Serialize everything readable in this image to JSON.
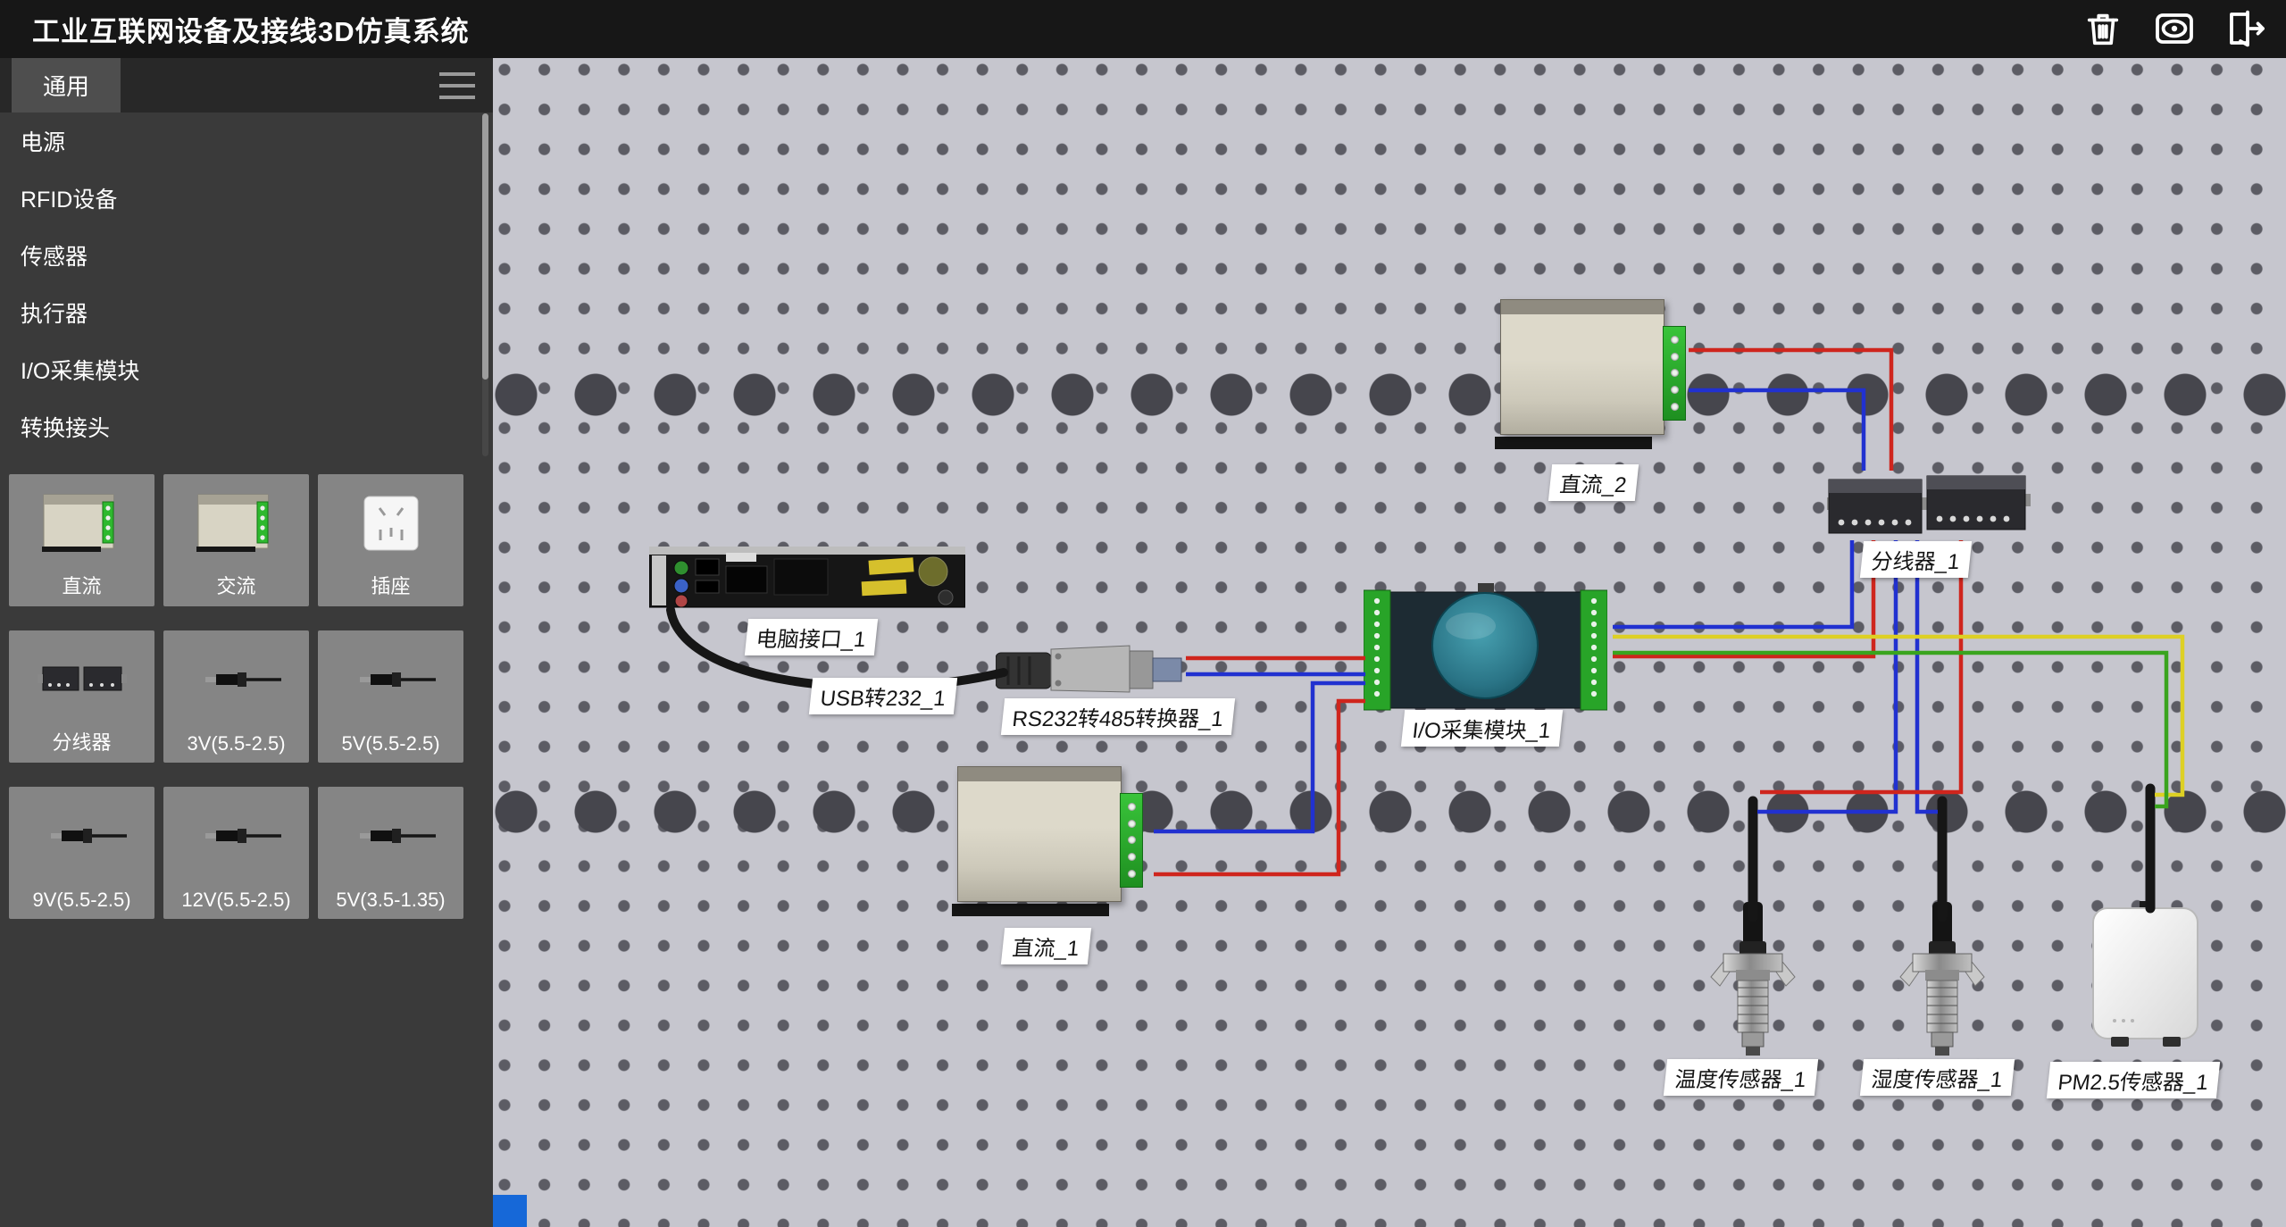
{
  "app": {
    "title": "工业互联网设备及接线3D仿真系统"
  },
  "toolbar": {
    "icons": [
      {
        "name": "delete"
      },
      {
        "name": "preview"
      },
      {
        "name": "exit"
      }
    ]
  },
  "sidebar": {
    "tab_label": "通用",
    "categories": [
      "电源",
      "RFID设备",
      "传感器",
      "执行器",
      "I/O采集模块",
      "转换接头"
    ],
    "tiles": [
      {
        "label": "直流"
      },
      {
        "label": "交流"
      },
      {
        "label": "插座"
      },
      {
        "label": "分线器"
      },
      {
        "label": "3V(5.5-2.5)"
      },
      {
        "label": "5V(5.5-2.5)"
      },
      {
        "label": "9V(5.5-2.5)"
      },
      {
        "label": "12V(5.5-2.5)"
      },
      {
        "label": "5V(3.5-1.35)"
      }
    ]
  },
  "canvas": {
    "devices": [
      {
        "label": "直流_2"
      },
      {
        "label": "分线器_1"
      },
      {
        "label": "电脑接口_1"
      },
      {
        "label": "USB转232_1"
      },
      {
        "label": "RS232转485转换器_1"
      },
      {
        "label": "I/O采集模块_1"
      },
      {
        "label": "直流_1"
      },
      {
        "label": "温度传感器_1"
      },
      {
        "label": "湿度传感器_1"
      },
      {
        "label": "PM2.5传感器_1"
      }
    ]
  },
  "colors": {
    "wire_red": "#cf251d",
    "wire_blue": "#2131d0",
    "wire_green": "#3aa41e",
    "wire_yellow": "#ddd024",
    "cable_black": "#161616",
    "accent_blue": "#1668d8"
  }
}
